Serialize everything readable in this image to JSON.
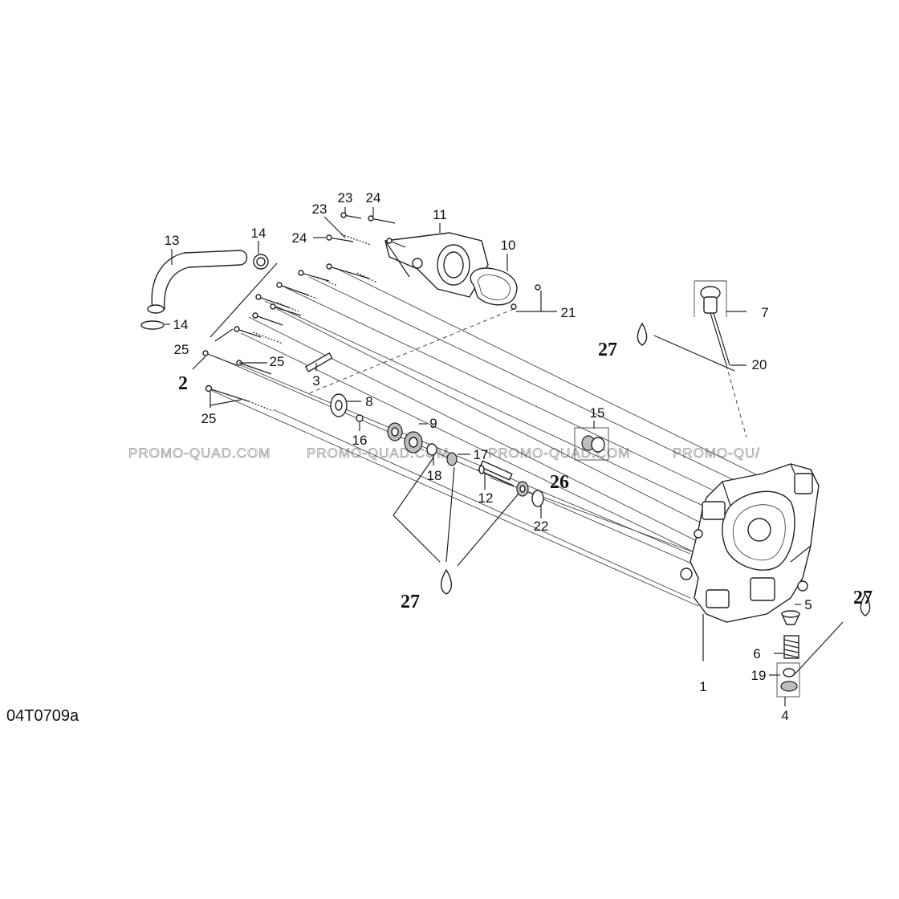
{
  "diagram_code": "04T0709a",
  "watermark": "PROMO-QUAD.COM",
  "watermark_partial": "PROMO-QU/",
  "callouts": {
    "c1": "1",
    "c2": "2",
    "c3": "3",
    "c4": "4",
    "c5": "5",
    "c6": "6",
    "c7": "7",
    "c8": "8",
    "c9": "9",
    "c10": "10",
    "c11": "11",
    "c12": "12",
    "c13": "13",
    "c14a": "14",
    "c14b": "14",
    "c15": "15",
    "c16": "16",
    "c17": "17",
    "c18": "18",
    "c19": "19",
    "c20": "20",
    "c21": "21",
    "c22": "22",
    "c23a": "23",
    "c23b": "23",
    "c24a": "24",
    "c24b": "24",
    "c25a": "25",
    "c25b": "25",
    "c25c": "25",
    "c26": "26",
    "c27a": "27",
    "c27b": "27",
    "c27c": "27"
  }
}
